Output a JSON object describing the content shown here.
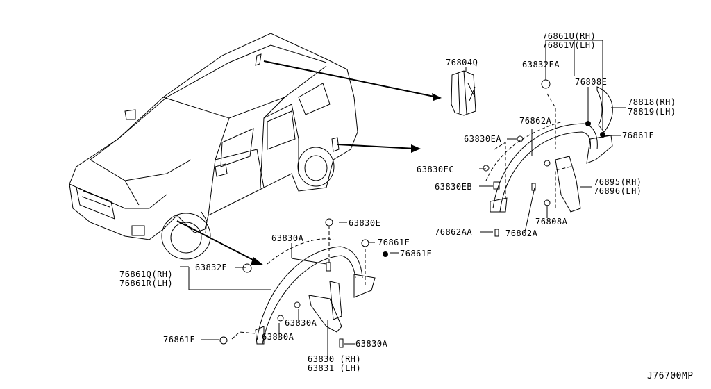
{
  "diagram_id": "J76700MP",
  "callouts": {
    "p76804Q": "76804Q",
    "p76861U": "76861U(RH)",
    "p76861V": "76861V(LH)",
    "p63832EA": "63832EA",
    "p76808E": "76808E",
    "p78818": "78818(RH)",
    "p78819": "78819(LH)",
    "p76861E_a": "76861E",
    "p76862A_a": "76862A",
    "p63830EA": "63830EA",
    "p63830EC": "63830EC",
    "p63830EB": "63830EB",
    "p76895": "76895(RH)",
    "p76896": "76896(LH)",
    "p76808A": "76808A",
    "p76862AA": "76862AA",
    "p76862A_b": "76862A",
    "p63830E": "63830E",
    "p63830A_a": "63830A",
    "p76861E_b": "76861E",
    "p76861E_c": "76861E",
    "p76861Q": "76861Q(RH)",
    "p76861R": "76861R(LH)",
    "p63832E": "63832E",
    "p63830A_b": "63830A",
    "p63830A_c": "63830A",
    "p63830A_d": "63830A",
    "p76861E_d": "76861E",
    "p63830": "63830 (RH)",
    "p63831": "63831 (LH)"
  }
}
